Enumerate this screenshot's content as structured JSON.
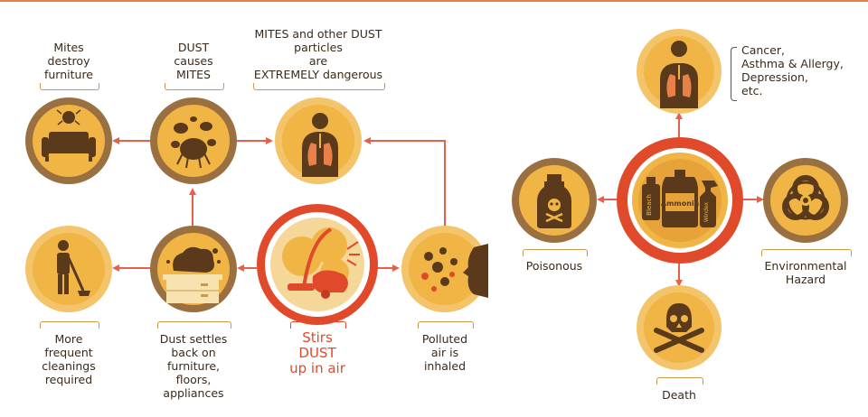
{
  "colors": {
    "accent_red": "#e04a2a",
    "arrow_red": "#e8604a",
    "circle_yellow": "#f0b545",
    "circle_brown": "#9a7040",
    "icon_brown": "#5a3a1a",
    "label_text": "#3b2a1a"
  },
  "dust_cycle": {
    "furniture": {
      "label": "Mites\ndestroy\nfurniture",
      "icon": "sofa-with-mite-icon"
    },
    "mites": {
      "label": "DUST\ncauses\nMITES",
      "icon": "dust-mites-icon"
    },
    "lungs": {
      "label": "MITES and other DUST\nparticles\nare\nEXTREMELY dangerous",
      "icon": "human-lungs-icon"
    },
    "cleaner": {
      "label": "More\nfrequent\ncleanings\nrequired",
      "icon": "person-mopping-icon"
    },
    "settles": {
      "label": "Dust settles\nback on\nfurniture,\nfloors,\nappliances",
      "icon": "dust-on-dresser-icon"
    },
    "vacuum": {
      "label": "Stirs\nDUST\nup in air",
      "icon": "vacuum-cleaner-icon"
    },
    "inhaled": {
      "label": "Polluted\nair is\ninhaled",
      "icon": "person-inhaling-particles-icon"
    }
  },
  "chemicals": {
    "center": {
      "icon": "cleaning-products-icon",
      "bottles": [
        "Bleach",
        "Ammonia",
        "Windex"
      ]
    },
    "health": {
      "icon": "human-lungs-icon",
      "items": [
        "Cancer,",
        "Asthma & Allergy,",
        "Depression,",
        "etc."
      ]
    },
    "poisonous": {
      "label": "Poisonous",
      "icon": "poison-bottle-icon"
    },
    "environmental": {
      "label": "Environmental\nHazard",
      "icon": "biohazard-icon"
    },
    "death": {
      "label": "Death",
      "icon": "skull-crossbones-icon"
    }
  }
}
